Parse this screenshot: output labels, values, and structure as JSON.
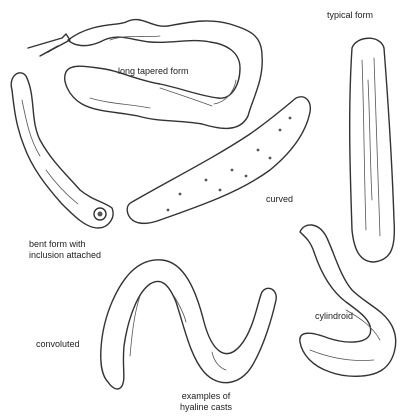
{
  "labels": {
    "long_tapered": "long tapered form",
    "typical": "typical form",
    "curved": "curved",
    "bent_line1": "bent form with",
    "bent_line2": "inclusion attached",
    "convoluted": "convoluted",
    "cylindroid": "cylindroid",
    "caption_line1": "examples of",
    "caption_line2": "hyaline casts"
  }
}
